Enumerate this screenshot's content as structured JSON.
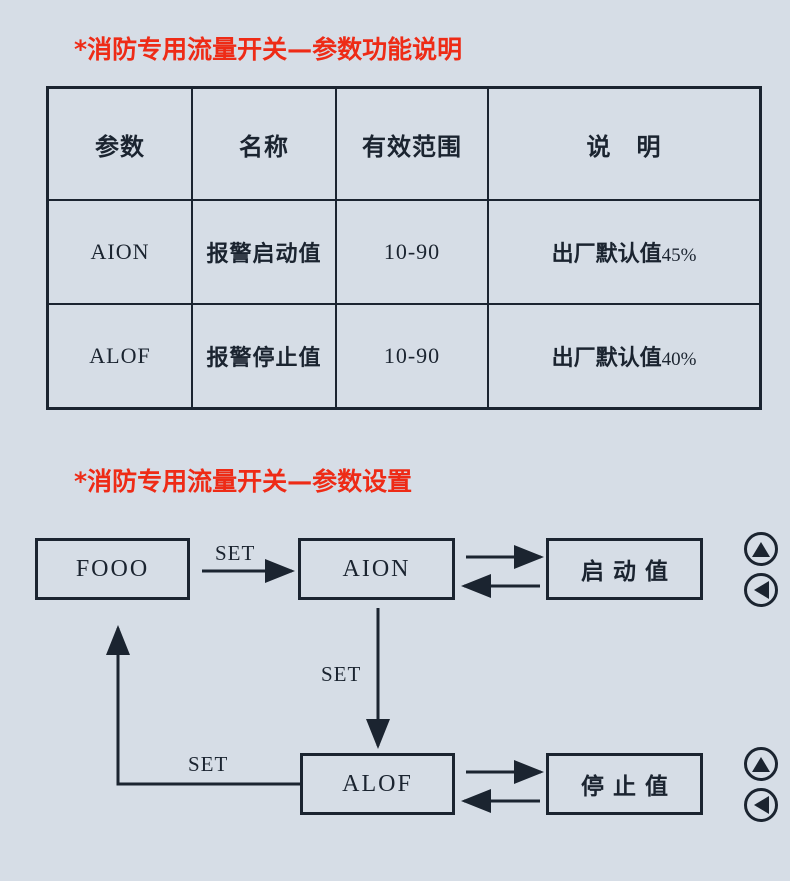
{
  "headings": {
    "section1": "*消防专用流量开关—参数功能说明",
    "section2": "*消防专用流量开关—参数设置"
  },
  "table": {
    "columns": [
      "参数",
      "名称",
      "有效范围",
      "说  明"
    ],
    "rows": [
      {
        "param": "AION",
        "name": "报警启动值",
        "range": "10-90",
        "desc_cjk": "出厂默认值",
        "desc_num": "45%"
      },
      {
        "param": "ALOF",
        "name": "报警停止值",
        "range": "10-90",
        "desc_cjk": "出厂默认值",
        "desc_num": "40%"
      }
    ]
  },
  "flow": {
    "nodes": {
      "fooo": "FOOO",
      "aion": "AION",
      "start_value": "启动值",
      "alof": "ALOF",
      "stop_value": "停止值"
    },
    "edge_labels": {
      "fooo_to_aion": "SET",
      "aion_to_alof": "SET",
      "alof_to_fooo": "SET"
    },
    "buttons": {
      "up_icon": "triangle-up",
      "left_icon": "triangle-left"
    }
  },
  "colors": {
    "background": "#d6dde6",
    "heading_red": "#ee2b16",
    "ink": "#1b2430"
  }
}
